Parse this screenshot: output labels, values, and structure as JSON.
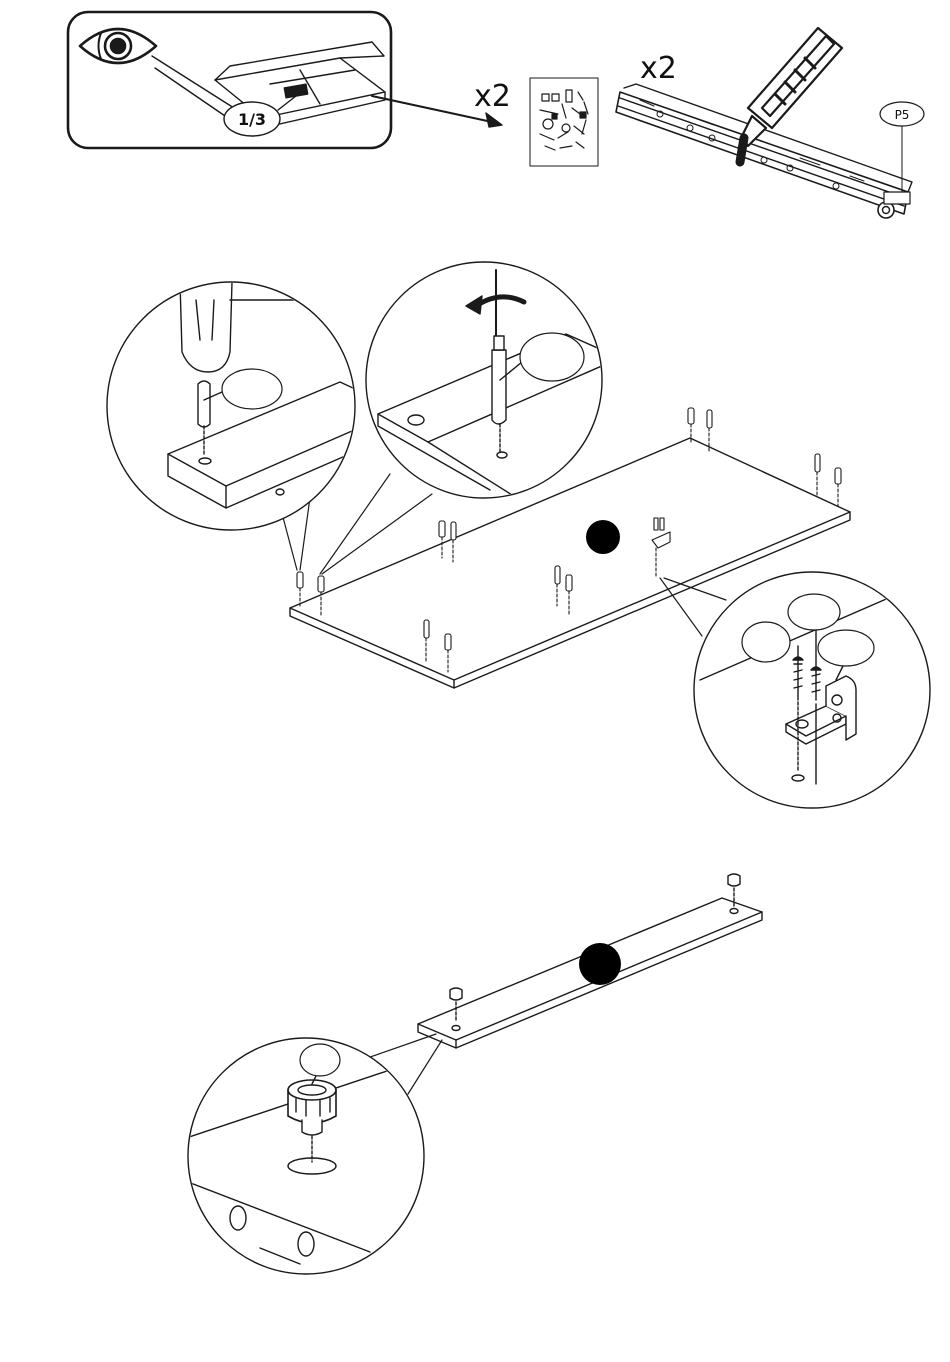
{
  "header": {
    "eye_label": "1/3",
    "bag_multiplier": "x2",
    "rail_multiplier": "x2",
    "rail_part_code": "P5"
  },
  "step_markers": [
    {
      "name": "upper-panel-step-dot",
      "text": ""
    },
    {
      "name": "lower-rail-step-dot",
      "text": ""
    }
  ],
  "callout_bubbles": [
    "dowel-callout-bubble",
    "screw-callout-bubble",
    "bracket-callout-bubble-left",
    "bracket-callout-bubble-top",
    "bracket-callout-bubble-right",
    "cam-callout-bubble"
  ],
  "colors": {
    "line": "#1a1a1a",
    "fill": "#ffffff",
    "marker": "#000000"
  }
}
